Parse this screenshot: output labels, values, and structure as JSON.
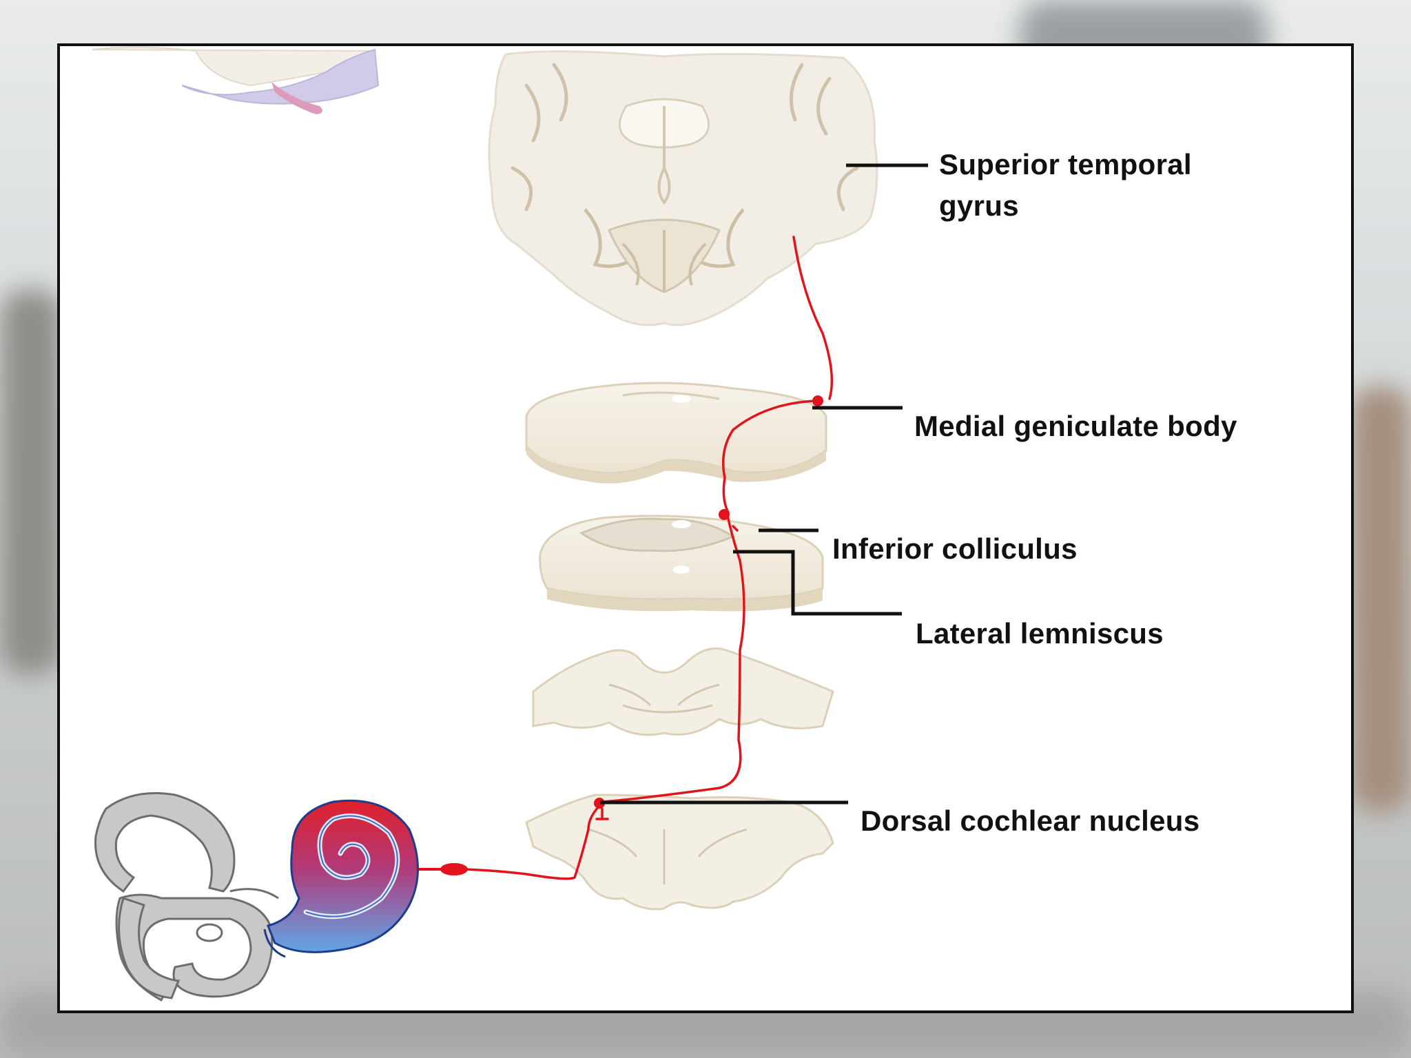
{
  "diagram": {
    "labels": {
      "superior_temporal_gyrus_line1": "Superior temporal",
      "superior_temporal_gyrus_line2": "gyrus",
      "medial_geniculate_body": "Medial geniculate body",
      "inferior_colliculus": "Inferior colliculus",
      "lateral_lemniscus": "Lateral lemniscus",
      "dorsal_cochlear_nucleus": "Dorsal cochlear nucleus"
    },
    "colors": {
      "pathway": "#e3131b",
      "tissue": "#f2ece0",
      "tissue_edge": "#d8ccb4",
      "cochlea_red": "#e0202a",
      "cochlea_blue": "#5fa7e8",
      "labyrinth": "#c8c8c8",
      "frame": "#111111"
    },
    "icons": [
      "brain-coronal-section-icon",
      "brainstem-slice-icon",
      "cochlea-icon",
      "inner-ear-labyrinth-icon"
    ]
  }
}
